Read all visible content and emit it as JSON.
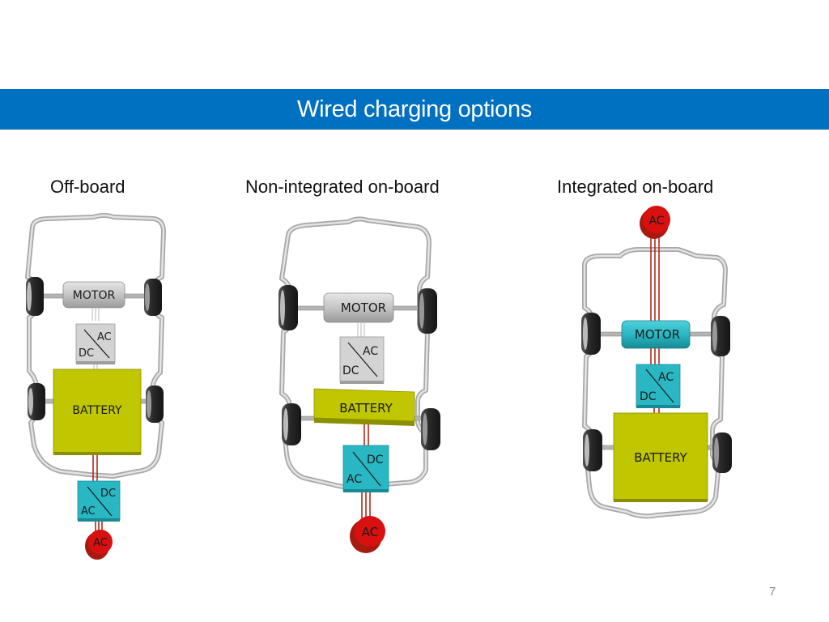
{
  "slide": {
    "title": "Wired charging options",
    "page_number": "7",
    "colors": {
      "title_bar": "#0070c0",
      "battery": "#c2c800",
      "motor_grey": "#c8c8c8",
      "converter_grey": "#cfcfcf",
      "converter_cyan": "#2ab7c4",
      "ac_source": "#d10f0f",
      "cable": "#b22a1a",
      "chassis": "#b8b8b8",
      "wheel": "#2a2a2a"
    }
  },
  "diagrams": [
    {
      "label": "Off-board",
      "motor": "MOTOR",
      "inverter": {
        "top": "AC",
        "bottom": "DC"
      },
      "battery": "BATTERY",
      "charger": {
        "top": "DC",
        "bottom": "AC"
      },
      "source": "AC"
    },
    {
      "label": "Non-integrated on-board",
      "motor": "MOTOR",
      "inverter": {
        "top": "AC",
        "bottom": "DC"
      },
      "battery": "BATTERY",
      "charger": {
        "top": "DC",
        "bottom": "AC"
      },
      "source": "AC"
    },
    {
      "label": "Integrated on-board",
      "source": "AC",
      "motor": "MOTOR",
      "inverter": {
        "top": "AC",
        "bottom": "DC"
      },
      "battery": "BATTERY"
    }
  ]
}
